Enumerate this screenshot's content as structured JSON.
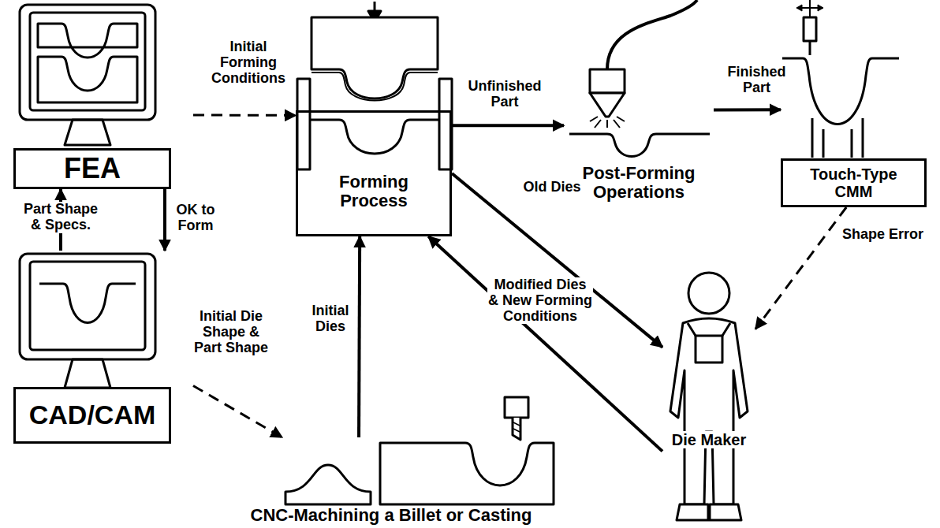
{
  "diagram": {
    "nodes": [
      {
        "text": [
          "FEA"
        ]
      },
      {
        "text": [
          "Forming Process"
        ]
      },
      {
        "text": [
          "Post-Forming Operations"
        ]
      },
      {
        "text": [
          "Touch-Type CMM"
        ]
      },
      {
        "text": [
          "CAD/CAM"
        ]
      },
      {
        "text": [
          "CNC-Machining a Billet or Casting"
        ]
      },
      {
        "text": [
          "Die Maker"
        ]
      }
    ],
    "edges": [
      {
        "from": 0,
        "to": 1,
        "arrow": "to",
        "label": "Initial Forming Conditions"
      },
      {
        "from": 1,
        "to": 2,
        "arrow": "to",
        "label": "Unfinished Part"
      },
      {
        "from": 2,
        "to": 3,
        "arrow": "to",
        "label": "Finished Part"
      },
      {
        "from": 3,
        "to": 6,
        "arrow": "to",
        "label": "Shape Error"
      },
      {
        "from": 1,
        "to": 6,
        "arrow": "to",
        "label": "Old Dies"
      },
      {
        "from": 6,
        "to": 1,
        "arrow": "to",
        "label": "Modified Dies & New Forming Conditions"
      },
      {
        "from": 5,
        "to": 1,
        "arrow": "to",
        "label": "Initial Dies"
      },
      {
        "from": 4,
        "to": 0,
        "arrow": "to",
        "label": "Part Shape & Specs."
      },
      {
        "from": 0,
        "to": 4,
        "arrow": "to",
        "label": "OK to Form"
      },
      {
        "from": 4,
        "to": 5,
        "arrow": "to",
        "label": "Initial Die Shape & Part Shape"
      }
    ]
  }
}
